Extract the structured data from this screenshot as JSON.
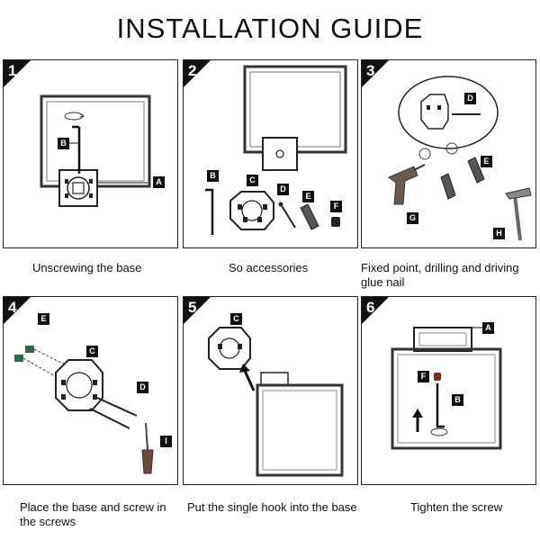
{
  "title": "INSTALLATION GUIDE",
  "steps": [
    {
      "number": "1",
      "caption": "Unscrewing the base",
      "labels": [
        "A",
        "B"
      ]
    },
    {
      "number": "2",
      "caption": "So accessories",
      "labels": [
        "B",
        "C",
        "D",
        "E",
        "F"
      ]
    },
    {
      "number": "3",
      "caption": "Fixed point, drilling and driving glue nail",
      "labels": [
        "D",
        "E",
        "G",
        "H"
      ]
    },
    {
      "number": "4",
      "caption": "Place the base and screw in the screws",
      "labels": [
        "E",
        "C",
        "D",
        "I"
      ]
    },
    {
      "number": "5",
      "caption": "Put the single hook into the base",
      "labels": [
        "C"
      ]
    },
    {
      "number": "6",
      "caption": "Tighten the screw",
      "labels": [
        "A",
        "F",
        "B"
      ]
    }
  ]
}
